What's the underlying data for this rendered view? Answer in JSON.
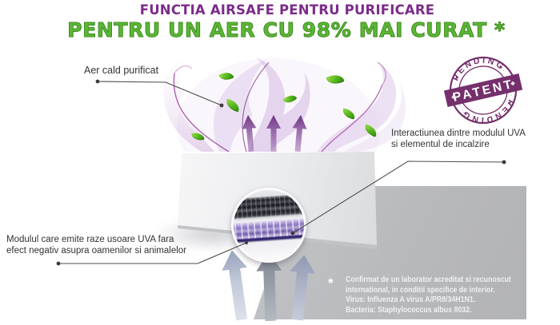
{
  "title": "FUNCTIA AIRSAFE PENTRU PURIFICARE",
  "subtitle": "PENTRU UN AER CU 98% MAI CURAT *",
  "callouts": {
    "warm_air": "Aer cald purificat",
    "interaction_line1": "Interactiunea dintre modulul UVA",
    "interaction_line2": "si elementul de incalzire",
    "module_line1": "Modulul care emite raze usoare UVA fara",
    "module_line2": "efect negativ asupra oamenilor si animalelor"
  },
  "stamp": {
    "top": "PENDING",
    "center": "PATENT",
    "bottom": "PENDING"
  },
  "footnote": {
    "marker": "*",
    "lines": [
      "Confirmat de un laborator acreditat si recunoscut",
      "international, in conditii specifice de interior.",
      "Virus: Influenza A virus A/PR8/34H1N1.",
      "Bacteria: Staphylococcus albus 8032."
    ]
  },
  "colors": {
    "title_purple": "#7b2c8a",
    "subtitle_green": "#5cb637",
    "stamp_purple": "#6e2565",
    "arrow_purple": "#6f2d84",
    "floor_gray": "#b9babc"
  }
}
